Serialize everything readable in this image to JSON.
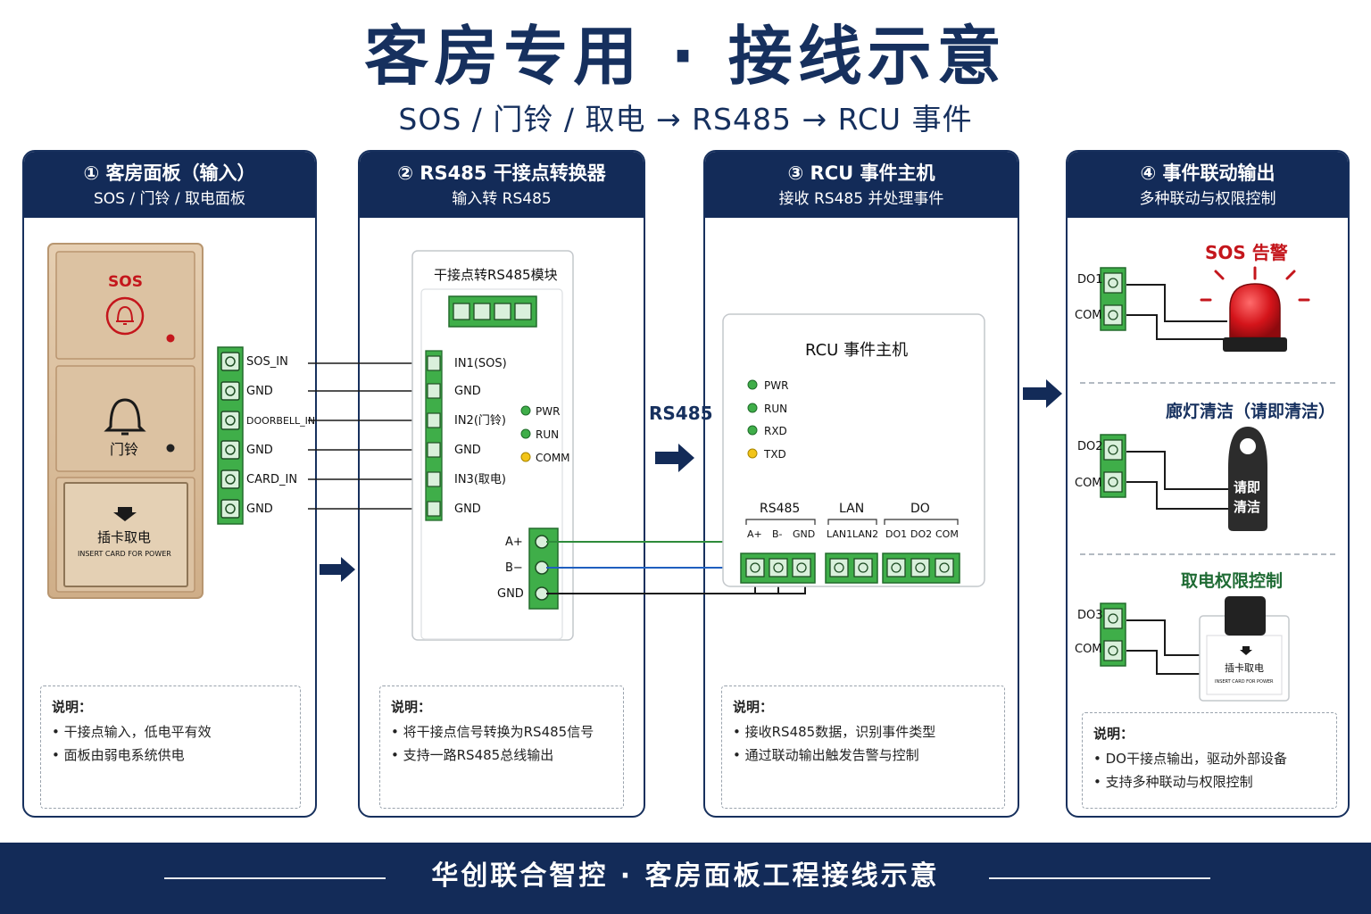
{
  "title": "客房专用 · 接线示意",
  "subtitle": "SOS / 门铃 / 取电 → RS485 → RCU 事件",
  "panels": [
    {
      "heading": "① 客房面板（输入）",
      "subheading": "SOS / 门铃 / 取电面板",
      "note_title": "说明：",
      "notes": [
        "干接点输入，低电平有效",
        "面板由弱电系统供电"
      ]
    },
    {
      "heading": "② RS485 干接点转换器",
      "subheading": "输入转 RS485",
      "note_title": "说明：",
      "notes": [
        "将干接点信号转换为RS485信号",
        "支持一路RS485总线输出"
      ]
    },
    {
      "heading": "③ RCU 事件主机",
      "subheading": "接收 RS485 并处理事件",
      "note_title": "说明：",
      "notes": [
        "接收RS485数据，识别事件类型",
        "通过联动输出触发告警与控制"
      ]
    },
    {
      "heading": "④ 事件联动输出",
      "subheading": "多种联动与权限控制",
      "note_title": "说明：",
      "notes": [
        "DO干接点输出，驱动外部设备",
        "支持多种联动与权限控制"
      ]
    }
  ],
  "guest_panel": {
    "sos_label": "SOS",
    "doorbell_label": "门铃",
    "card_label": "插卡取电",
    "card_sublabel": "INSERT CARD FOR POWER",
    "terminals": [
      "SOS_IN",
      "GND",
      "DOORBELL_IN",
      "GND",
      "CARD_IN",
      "GND"
    ]
  },
  "converter": {
    "title": "干接点转RS485模块",
    "inputs": [
      "IN1(SOS)",
      "GND",
      "IN2(门铃)",
      "GND",
      "IN3(取电)",
      "GND"
    ],
    "leds": [
      "PWR",
      "RUN",
      "COMM"
    ],
    "bus_terminals": [
      "A+",
      "B−",
      "GND"
    ]
  },
  "rs485_flow_label": "RS485",
  "rcu": {
    "title": "RCU 事件主机",
    "leds": [
      "PWR",
      "RUN",
      "RXD",
      "TXD"
    ],
    "groups": [
      {
        "name": "RS485",
        "pins": [
          "A+",
          "B-",
          "GND"
        ]
      },
      {
        "name": "LAN",
        "pins": [
          "LAN1",
          "LAN2"
        ]
      },
      {
        "name": "DO",
        "pins": [
          "DO1",
          "DO2",
          "COM"
        ]
      }
    ]
  },
  "outputs": [
    {
      "title": "SOS 告警",
      "do": "DO1",
      "com": "COM"
    },
    {
      "title": "廊灯清洁（请即清洁）",
      "do": "DO2",
      "com": "COM",
      "hanger_lines": [
        "请即",
        "清洁"
      ]
    },
    {
      "title": "取电权限控制",
      "do": "DO3",
      "com": "COM",
      "card_label": "插卡取电",
      "card_sublabel": "INSERT CARD FOR POWER"
    }
  ],
  "footer": "华创联合智控 · 客房面板工程接线示意",
  "colors": {
    "navy": "#132b58",
    "terminal_green": "#3fae49",
    "wire_green": "#2e8b3a",
    "wire_blue": "#1f5fbf",
    "alarm_red": "#c4161c",
    "panel_gold": "#d8bb98"
  }
}
